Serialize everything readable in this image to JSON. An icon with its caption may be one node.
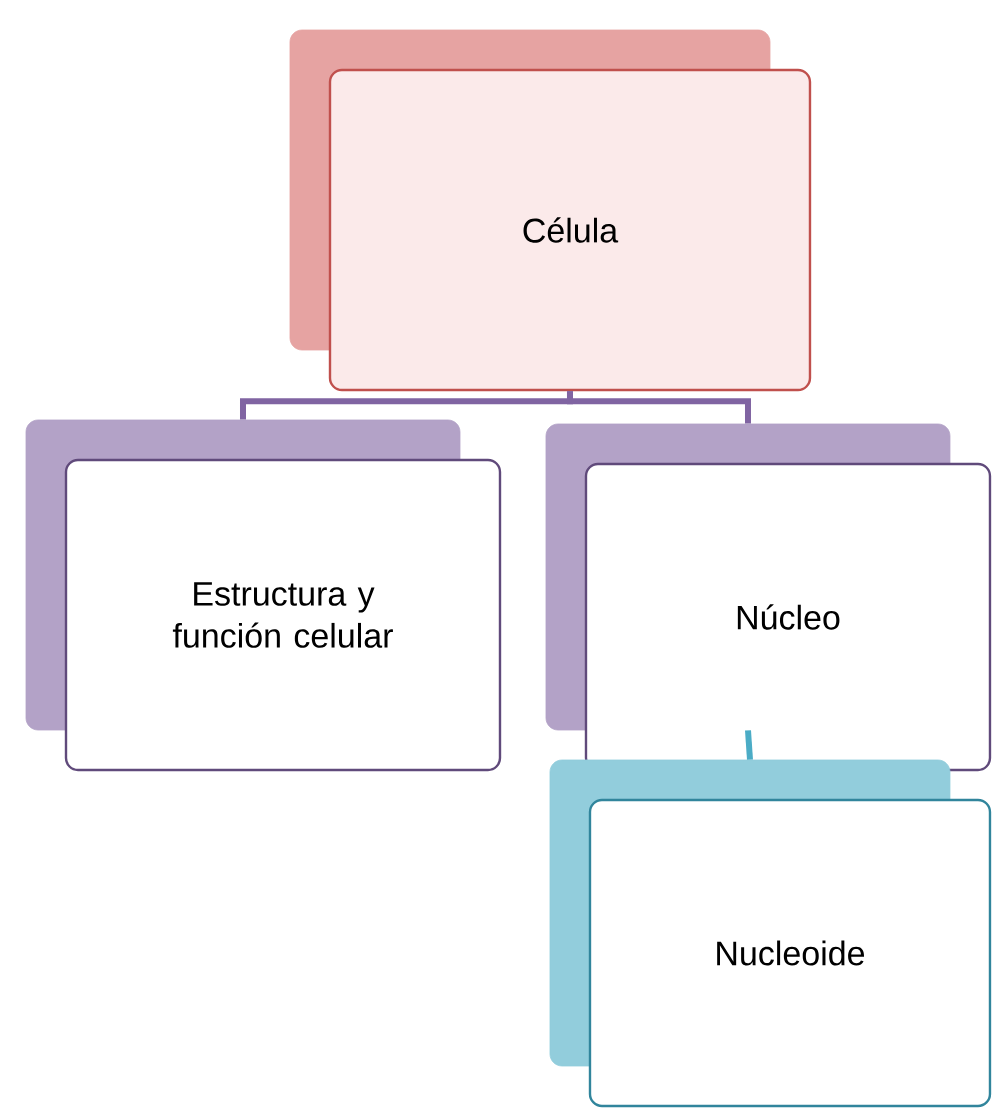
{
  "diagram": {
    "nodes": [
      {
        "text": [
          "Célula"
        ]
      },
      {
        "text": [
          "Estructura y función celular"
        ]
      },
      {
        "text": [
          "Núcleo"
        ]
      },
      {
        "text": [
          "Nucleoide"
        ]
      }
    ],
    "edges": [
      {
        "from": 0,
        "to": 1,
        "arrow": "none"
      },
      {
        "from": 0,
        "to": 2,
        "arrow": "none"
      },
      {
        "from": 2,
        "to": 3,
        "arrow": "none",
        "color": "#4bacc6"
      }
    ]
  }
}
